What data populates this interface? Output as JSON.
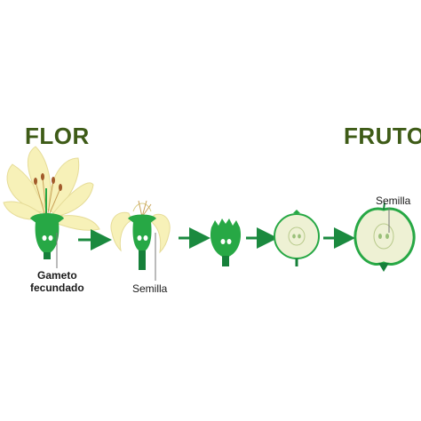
{
  "headings": {
    "flower": "FLOR",
    "fruit": "FRUTO"
  },
  "labels": {
    "fertilized_gamete_line1": "Gameto",
    "fertilized_gamete_line2": "fecundado",
    "seed_stage2": "Semilla",
    "seed_fruit": "Semilla"
  },
  "colors": {
    "heading": "#3e5b17",
    "petal": "#f7f1b8",
    "petal_outline": "#e6dc98",
    "green": "#27a845",
    "dark_green": "#16803a",
    "arrow": "#1b8a3f",
    "fruit_flesh": "#eef1d4"
  }
}
